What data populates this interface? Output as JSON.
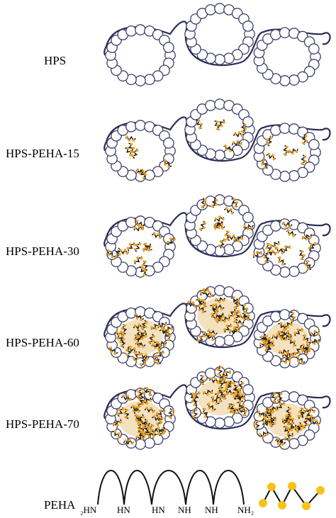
{
  "labels": {
    "hps": "HPS",
    "hps_peha_15": "HPS-PEHA-15",
    "hps_peha_30": "HPS-PEHA-30",
    "hps_peha_60": "HPS-PEHA-60",
    "hps_peha_70": "HPS-PEHA-70",
    "peha": "PEHA"
  },
  "peha_formula": {
    "g1": "₂HN",
    "g2": "HN",
    "g3": "HN",
    "g4": "NH",
    "g5": "NH",
    "g6": "NH₂"
  },
  "colors": {
    "ring_stroke": "#3e3f6a",
    "chain": "#2b2d55",
    "amine_orange": "#f2a21c",
    "amine_dark": "#222222",
    "bead_yellow": "#f7c21a"
  },
  "loading_levels": {
    "hps": 0,
    "hps_peha_15": 15,
    "hps_peha_30": 30,
    "hps_peha_60": 60,
    "hps_peha_70": 70
  }
}
